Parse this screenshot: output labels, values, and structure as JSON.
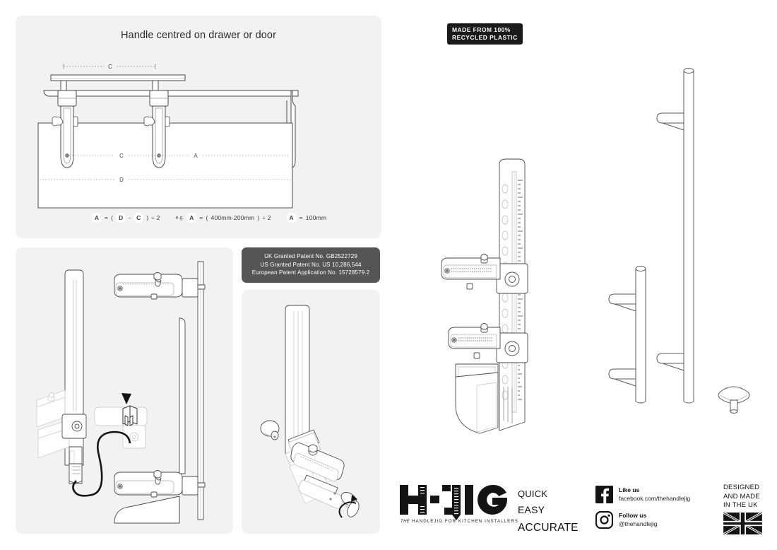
{
  "sheet": {
    "background": "#ffffff",
    "panel_color": "#f2f2f2",
    "ink_color": "#3a3a3a",
    "dark_box_color": "#555555"
  },
  "top_panel": {
    "title": "Handle centred on drawer or door",
    "dimension_labels": {
      "handle_span": "C",
      "centre_line": "C",
      "offset": "A",
      "full_width": "D"
    },
    "formula": {
      "var_a1": "A",
      "eq1": "=",
      "open1": "(",
      "var_d": "D",
      "minus": "-",
      "var_c": "C",
      "close1": ")",
      "div1": "÷ 2",
      "eg": "e.g.",
      "var_a2": "A",
      "eq2": "=",
      "open2": "(",
      "values": "400mm-200mm",
      "close2": ")",
      "div2": "÷ 2",
      "var_a3": "A",
      "eq3": "=",
      "result": "100mm"
    }
  },
  "patent_box": {
    "lines": [
      "UK Granted Patent No. GB2522729",
      "US Granted Patent No. US 10,286,544",
      "European Patent Application No. 15728579.2"
    ]
  },
  "recycled_badge": {
    "line1": "MADE FROM 100%",
    "line2": "RECYCLED PLASTIC"
  },
  "footer": {
    "logo": {
      "wordmark": "H-JIG",
      "tagline_italic": "THE",
      "tagline": "HANDLEJIG FOR KITCHEN INSTALLERS"
    },
    "benefits": [
      "QUICK",
      "EASY",
      "ACCURATE"
    ],
    "social": [
      {
        "icon": "facebook-icon",
        "action": "Like us",
        "handle": "facebook.com/thehandlejig"
      },
      {
        "icon": "instagram-icon",
        "action": "Follow us",
        "handle": "@thehandlejig"
      }
    ],
    "made_uk": {
      "line1": "DESIGNED",
      "line2": "AND MADE",
      "line3": "IN THE UK",
      "flag": "union-jack-flag"
    }
  }
}
